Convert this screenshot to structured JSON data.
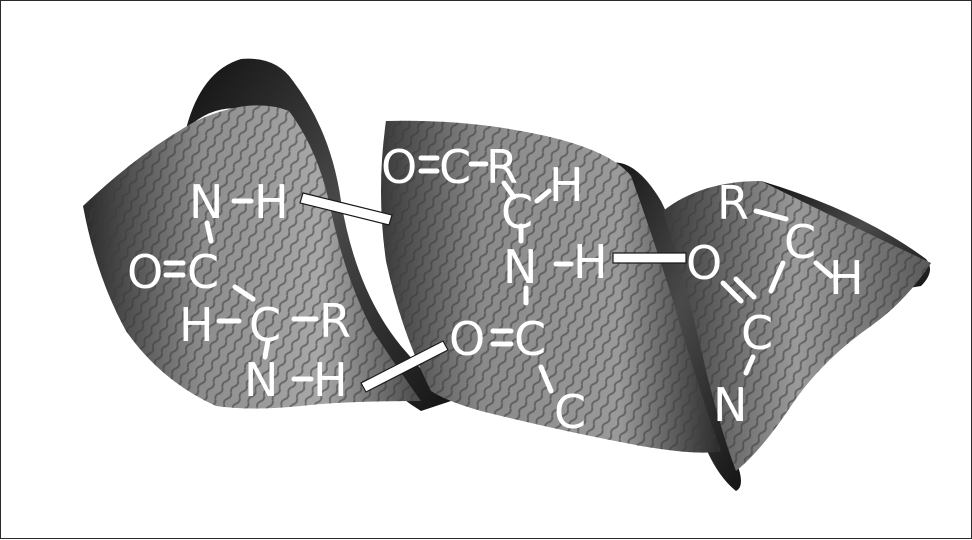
{
  "diagram": {
    "kind": "alpha-helix ribbon with hydrogen-bonded backbone",
    "colors": {
      "background": "#ffffff",
      "ribbon_dark": "#1e1e1e",
      "ribbon_mid": "#7a7a7a",
      "ribbon_light": "#b8b8b8",
      "atom_text": "#ffffff"
    },
    "atoms": [
      {
        "id": "a1",
        "label": "N"
      },
      {
        "id": "a2",
        "label": "H"
      },
      {
        "id": "a3",
        "label": "O"
      },
      {
        "id": "a4",
        "label": "C"
      },
      {
        "id": "a5",
        "label": "H"
      },
      {
        "id": "a6",
        "label": "C"
      },
      {
        "id": "a7",
        "label": "R"
      },
      {
        "id": "a8",
        "label": "N"
      },
      {
        "id": "a9",
        "label": "H"
      },
      {
        "id": "a10",
        "label": "O"
      },
      {
        "id": "a11",
        "label": "C"
      },
      {
        "id": "a12",
        "label": "R"
      },
      {
        "id": "a13",
        "label": "C"
      },
      {
        "id": "a14",
        "label": "H"
      },
      {
        "id": "a15",
        "label": "N"
      },
      {
        "id": "a16",
        "label": "H"
      },
      {
        "id": "a17",
        "label": "O"
      },
      {
        "id": "a18",
        "label": "C"
      },
      {
        "id": "a19",
        "label": "C"
      },
      {
        "id": "a20",
        "label": "R"
      },
      {
        "id": "a21",
        "label": "C"
      },
      {
        "id": "a22",
        "label": "H"
      },
      {
        "id": "a23",
        "label": "O"
      },
      {
        "id": "a24",
        "label": "C"
      },
      {
        "id": "a25",
        "label": "N"
      }
    ]
  }
}
